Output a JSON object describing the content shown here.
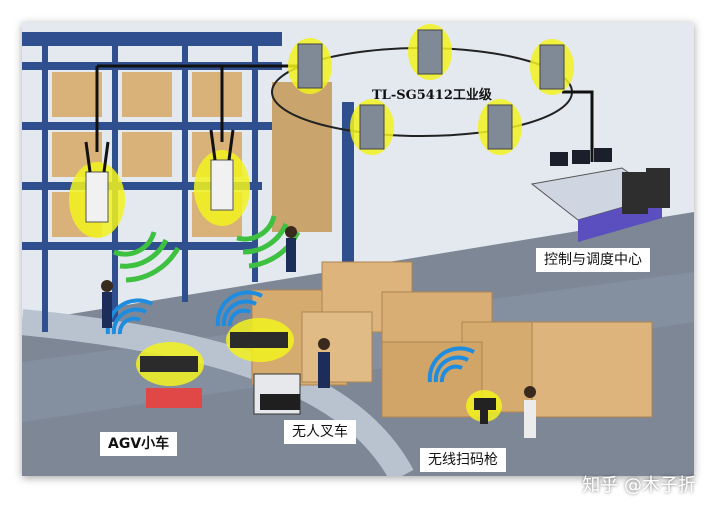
{
  "network": {
    "switch_model_label": "TL-SG5412工业级"
  },
  "labels": {
    "control_center": "控制与调度中心",
    "agv": "AGV小车",
    "forklift": "无人叉车",
    "scanner": "无线扫码枪"
  },
  "watermark": "知乎 @木子折",
  "colors": {
    "highlight": "#f2f21e",
    "wifi": "#3ec041",
    "wifi_blue": "#1e8de0",
    "rack": "#2f4f8f",
    "box": "#d9b27a",
    "floor": "#5a6372"
  }
}
